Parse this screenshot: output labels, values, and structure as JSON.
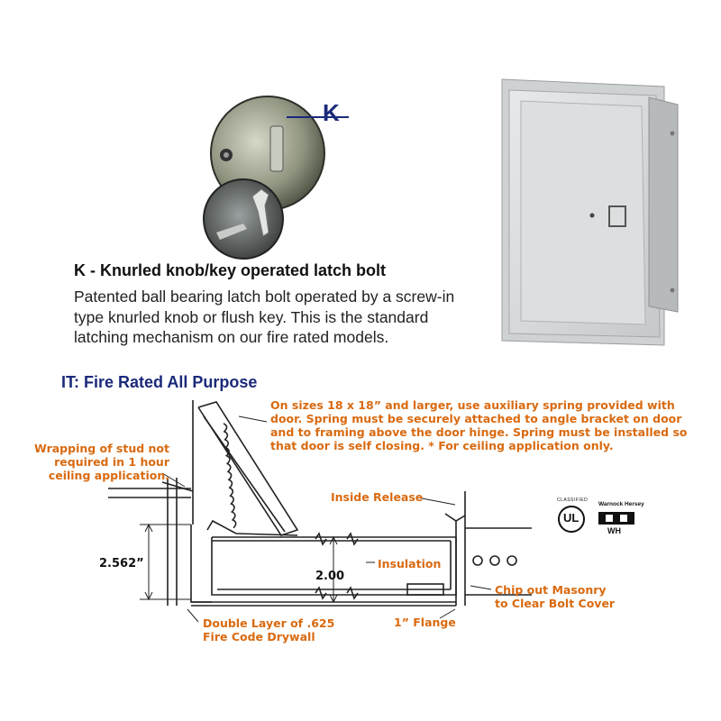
{
  "latch": {
    "callout_letter": "K",
    "title": "K - Knurled knob/key operated latch bolt",
    "description": "Patented ball bearing latch bolt operated by a screw-in type knurled knob or flush key. This is the standard latching mechanism on our fire rated models."
  },
  "diagram": {
    "title": "IT: Fire Rated All Purpose",
    "spring_note": "On sizes 18 x 18” and larger, use auxiliary spring provided with door. Spring must be securely attached to angle bracket on door and to framing above the door hinge. Spring must be installed so that door is self closing. * For ceiling application only.",
    "stud_note": "Wrapping of stud not required in 1 hour ceiling application.",
    "inside_release": "Inside Release",
    "insulation": "Insulation",
    "chipout_note": "Chip out Masonry to Clear Bolt Cover",
    "flange": "1” Flange",
    "drywall_note": "Double Layer of .625 Fire Code Drywall",
    "dim_height": "2.562”",
    "dim_panel": "2.00"
  },
  "certification": {
    "ul_mark": "UL",
    "classified_text": "CLASSIFIED",
    "warnock_text": "Warnock Hersey",
    "wh_mark": "WH"
  },
  "colors": {
    "title_blue": "#1b2a7a",
    "annotation_orange": "#d96a10",
    "door_gray": "#d9dbdc"
  }
}
